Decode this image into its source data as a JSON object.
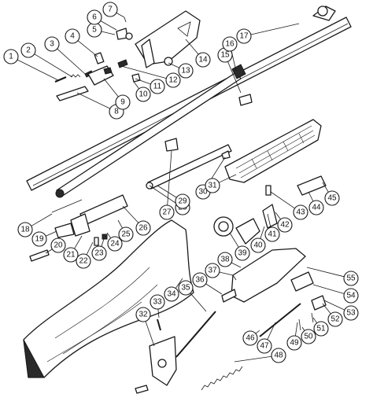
{
  "diagram": {
    "callouts": [
      {
        "id": "1",
        "label": "1"
      },
      {
        "id": "2",
        "label": "2"
      },
      {
        "id": "3",
        "label": "3"
      },
      {
        "id": "4",
        "label": "4"
      },
      {
        "id": "5",
        "label": "5"
      },
      {
        "id": "6",
        "label": "6"
      },
      {
        "id": "7",
        "label": "7"
      },
      {
        "id": "8",
        "label": "8"
      },
      {
        "id": "9",
        "label": "9"
      },
      {
        "id": "10",
        "label": "10"
      },
      {
        "id": "11",
        "label": "11"
      },
      {
        "id": "12",
        "label": "12"
      },
      {
        "id": "13",
        "label": "13"
      },
      {
        "id": "14",
        "label": "14"
      },
      {
        "id": "15",
        "label": "15"
      },
      {
        "id": "16",
        "label": "16"
      },
      {
        "id": "17",
        "label": "17"
      },
      {
        "id": "18",
        "label": "18"
      },
      {
        "id": "19",
        "label": "19"
      },
      {
        "id": "20",
        "label": "20"
      },
      {
        "id": "21",
        "label": "21"
      },
      {
        "id": "22",
        "label": "22"
      },
      {
        "id": "23",
        "label": "23"
      },
      {
        "id": "24",
        "label": "24"
      },
      {
        "id": "25",
        "label": "25"
      },
      {
        "id": "26",
        "label": "26"
      },
      {
        "id": "27",
        "label": "27"
      },
      {
        "id": "28",
        "label": "28"
      },
      {
        "id": "29",
        "label": "29"
      },
      {
        "id": "30",
        "label": "30"
      },
      {
        "id": "31",
        "label": "31"
      },
      {
        "id": "32",
        "label": "32"
      },
      {
        "id": "33",
        "label": "33"
      },
      {
        "id": "34",
        "label": "34"
      },
      {
        "id": "35",
        "label": "35"
      },
      {
        "id": "36",
        "label": "36"
      },
      {
        "id": "37",
        "label": "37"
      },
      {
        "id": "38",
        "label": "38"
      },
      {
        "id": "39",
        "label": "39"
      },
      {
        "id": "40",
        "label": "40"
      },
      {
        "id": "41",
        "label": "41"
      },
      {
        "id": "42",
        "label": "42"
      },
      {
        "id": "43",
        "label": "43"
      },
      {
        "id": "44",
        "label": "44"
      },
      {
        "id": "45",
        "label": "45"
      },
      {
        "id": "46",
        "label": "46"
      },
      {
        "id": "47",
        "label": "47"
      },
      {
        "id": "48",
        "label": "48"
      },
      {
        "id": "49",
        "label": "49"
      },
      {
        "id": "50",
        "label": "50"
      },
      {
        "id": "51",
        "label": "51"
      },
      {
        "id": "52",
        "label": "52"
      },
      {
        "id": "53",
        "label": "53"
      },
      {
        "id": "54",
        "label": "54"
      },
      {
        "id": "55",
        "label": "55"
      }
    ]
  }
}
